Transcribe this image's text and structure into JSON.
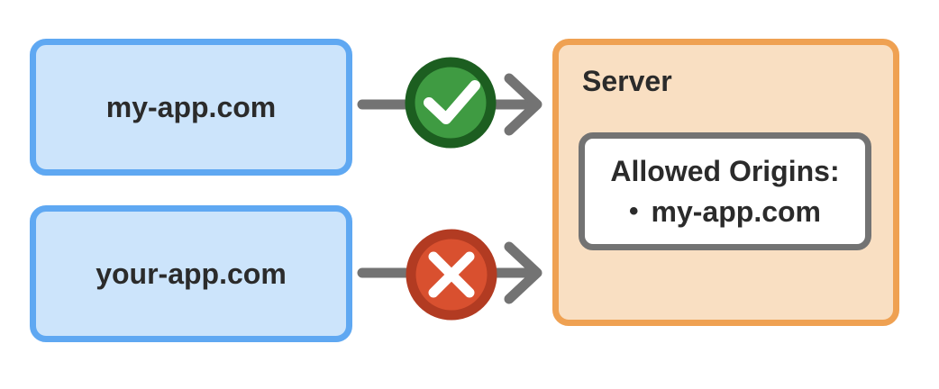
{
  "diagram": {
    "clients": [
      {
        "label": "my-app.com",
        "status": "allowed"
      },
      {
        "label": "your-app.com",
        "status": "blocked"
      }
    ],
    "connections": [
      {
        "from": "my-app.com",
        "to": "Server",
        "status": "allowed",
        "badge_icon": "checkmark-icon"
      },
      {
        "from": "your-app.com",
        "to": "Server",
        "status": "blocked",
        "badge_icon": "x-icon"
      }
    ],
    "server": {
      "title": "Server",
      "allowed_origins": {
        "heading": "Allowed Origins:",
        "bullet": "•",
        "items": [
          "my-app.com"
        ]
      }
    }
  },
  "colors": {
    "client_fill": "#cce4fb",
    "client_border": "#5fa8f2",
    "server_fill": "#f9dfc2",
    "server_border": "#efa152",
    "origins_border": "#737373",
    "origins_fill": "#ffffff",
    "arrow_gray": "#737373",
    "allowed_green": "#3f9b42",
    "allowed_ring": "#1c5e20",
    "blocked_red": "#d9502f",
    "blocked_ring": "#b23b22",
    "icon_white": "#ffffff",
    "text": "#2b2b2b"
  }
}
